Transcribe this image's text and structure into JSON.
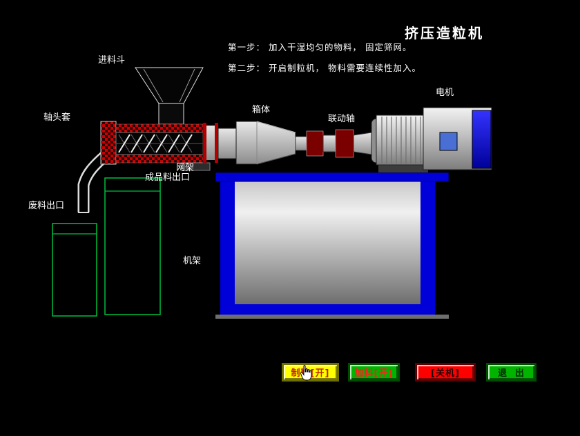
{
  "title": "挤压造粒机",
  "instructions": {
    "step1": "第一步： 加入干湿均匀的物料， 固定筛网。",
    "step2": "第二步： 开启制粒机， 物料需要连续性加入。"
  },
  "labels": {
    "feed_hopper": "进料斗",
    "shaft_sleeve": "轴头套",
    "box_body": "箱体",
    "linkage_shaft": "联动轴",
    "motor": "电机",
    "mesh_frame": "网架",
    "product_outlet": "成品料出口",
    "waste_outlet": "废料出口",
    "machine_frame": "机架"
  },
  "buttons": [
    {
      "name": "granulate",
      "label": "制粒[开]",
      "bg": "#ffff00",
      "fg": "#c22800",
      "edge": "#6f6f00"
    },
    {
      "name": "feed",
      "label": "加料[开]",
      "bg": "#00b400",
      "fg": "#ff1e1e",
      "edge": "#004d00"
    },
    {
      "name": "shutdown",
      "label": "[关机]",
      "bg": "#ff0000",
      "fg": "#1a0000",
      "edge": "#5a0000"
    },
    {
      "name": "exit",
      "label": "退  出",
      "bg": "#00b400",
      "fg": "#062406",
      "edge": "#004d00"
    }
  ],
  "colors": {
    "background": "#000000",
    "text": "#ffffff",
    "frame_blue": "#0000d8",
    "bin_green": "#00c040",
    "checker_red": "#cc0000",
    "coupling_maroon": "#7a0000",
    "junction_blue": "#4a6fd4"
  }
}
